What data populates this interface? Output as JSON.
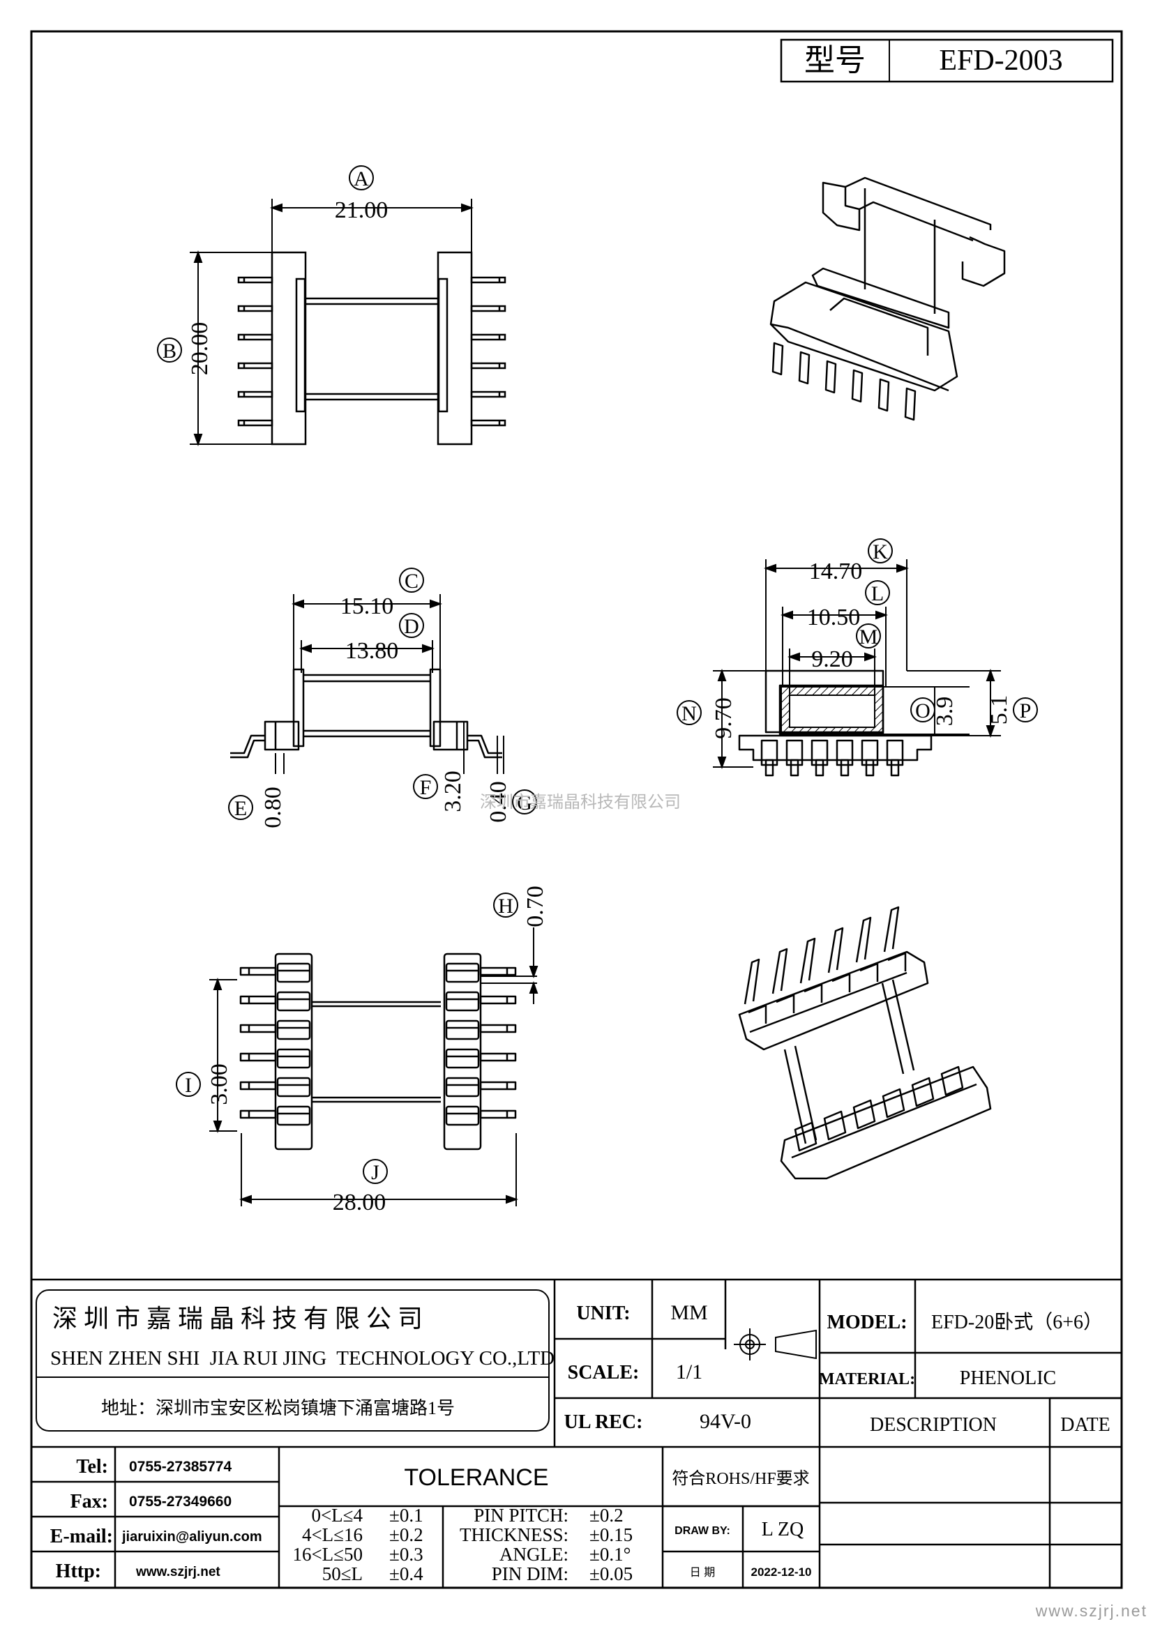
{
  "header": {
    "type_label": "型号",
    "model_no": "EFD-2003"
  },
  "dimensions": {
    "A": {
      "letter": "A",
      "value": "21.00"
    },
    "B": {
      "letter": "B",
      "value": "20.00"
    },
    "C": {
      "letter": "C",
      "value": "15.10"
    },
    "D": {
      "letter": "D",
      "value": "13.80"
    },
    "E": {
      "letter": "E",
      "value": "0.80"
    },
    "F": {
      "letter": "F",
      "value": "3.20"
    },
    "G": {
      "letter": "G",
      "value": "0.40"
    },
    "H": {
      "letter": "H",
      "value": "0.70"
    },
    "I": {
      "letter": "I",
      "value": "3.00"
    },
    "J": {
      "letter": "J",
      "value": "28.00"
    },
    "K": {
      "letter": "K",
      "value": "14.70"
    },
    "L": {
      "letter": "L",
      "value": "10.50"
    },
    "M": {
      "letter": "M",
      "value": "9.20"
    },
    "N": {
      "letter": "N",
      "value": "9.70"
    },
    "O": {
      "letter": "O",
      "value": "3.9"
    },
    "P": {
      "letter": "P",
      "value": "5.1"
    }
  },
  "watermark": "深圳市嘉瑞晶科技有限公司",
  "company": {
    "name_cn": "深 圳 市 嘉 瑞 晶 科 技 有 限 公 司",
    "name_en": "SHEN ZHEN SHI  JIA RUI JING  TECHNOLOGY CO.,LTD",
    "address": "地址：深圳市宝安区松岗镇塘下涌富塘路1号"
  },
  "spec": {
    "unit_label": "UNIT:",
    "unit_value": "MM",
    "scale_label": "SCALE:",
    "scale_value": "1/1",
    "ul_label": "UL REC:",
    "ul_value": "94V-0",
    "model_label": "MODEL:",
    "model_value": "EFD-20卧式（6+6）",
    "material_label": "MATERIAL:",
    "material_value": "PHENOLIC",
    "description_label": "DESCRIPTION",
    "date_label": "DATE"
  },
  "contact": {
    "tel_label": "Tel:",
    "tel_value": "0755-27385774",
    "fax_label": "Fax:",
    "fax_value": "0755-27349660",
    "email_label": "E-mail:",
    "email_value": "jiaruixin@aliyun.com",
    "http_label": "Http:",
    "http_value": "www.szjrj.net"
  },
  "tolerance": {
    "title": "TOLERANCE",
    "ranges": [
      {
        "range": "0<L≤4",
        "tol": "±0.1"
      },
      {
        "range": "4<L≤16",
        "tol": "±0.2"
      },
      {
        "range": "16<L≤50",
        "tol": "±0.3"
      },
      {
        "range": "50≤L",
        "tol": "±0.4"
      }
    ],
    "items": [
      {
        "label": "PIN PITCH:",
        "tol": "±0.2"
      },
      {
        "label": "THICKNESS:",
        "tol": "±0.15"
      },
      {
        "label": "ANGLE:",
        "tol": "±0.1°"
      },
      {
        "label": "PIN DIM:",
        "tol": "±0.05"
      }
    ]
  },
  "approval": {
    "rohs": "符合ROHS/HF要求",
    "draw_by_label": "DRAW BY:",
    "draw_by_value": "L ZQ",
    "date_label": "日 期",
    "date_value": "2022-12-10"
  },
  "footer_url": "www.szjrj.net"
}
